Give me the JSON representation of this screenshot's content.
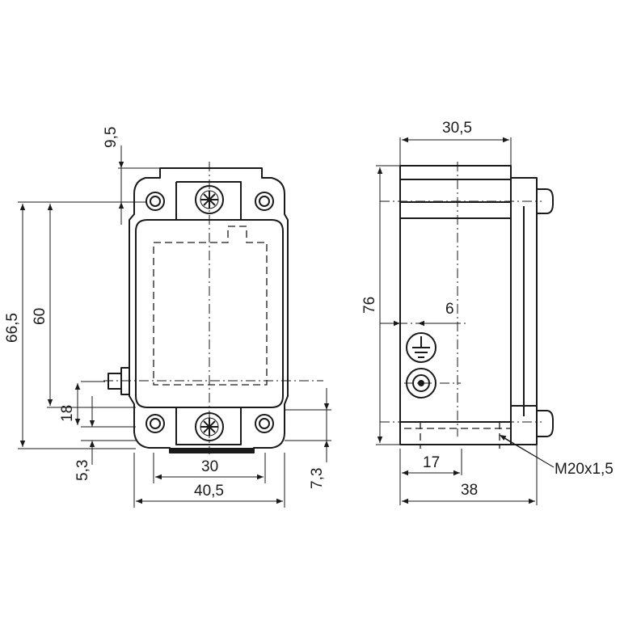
{
  "drawing": {
    "front_view": {
      "dims": {
        "top_offset": "9,5",
        "overall_height": "66,5",
        "hole_spacing_vertical": "60",
        "bottom_offset": "18",
        "hole_spacing_horizontal": "30",
        "overall_width": "40,5",
        "hole_bottom": "5,3",
        "base_height": "7,3"
      }
    },
    "side_view": {
      "dims": {
        "top_width": "30,5",
        "body_height": "76",
        "ground_offset": "6",
        "entry_offset": "17",
        "overall_depth": "38"
      },
      "thread_label": "M20x1,5"
    }
  }
}
